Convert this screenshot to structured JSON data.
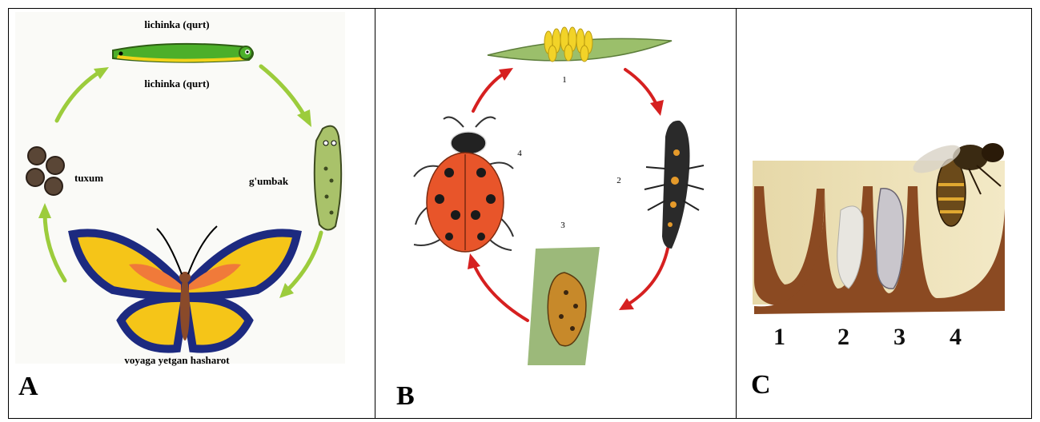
{
  "panels": [
    {
      "letter": "A",
      "stage_labels": {
        "larva_top": "lichinka (qurt)",
        "larva_inner": "lichinka (qurt)",
        "egg": "tuxum",
        "pupa": "g'umbak",
        "adult": "voyaga yetgan hasharot"
      }
    },
    {
      "letter": "B",
      "stage_numbers": [
        "1",
        "2",
        "3",
        "4"
      ]
    },
    {
      "letter": "C",
      "stage_numbers": [
        "1",
        "2",
        "3",
        "4"
      ]
    }
  ]
}
